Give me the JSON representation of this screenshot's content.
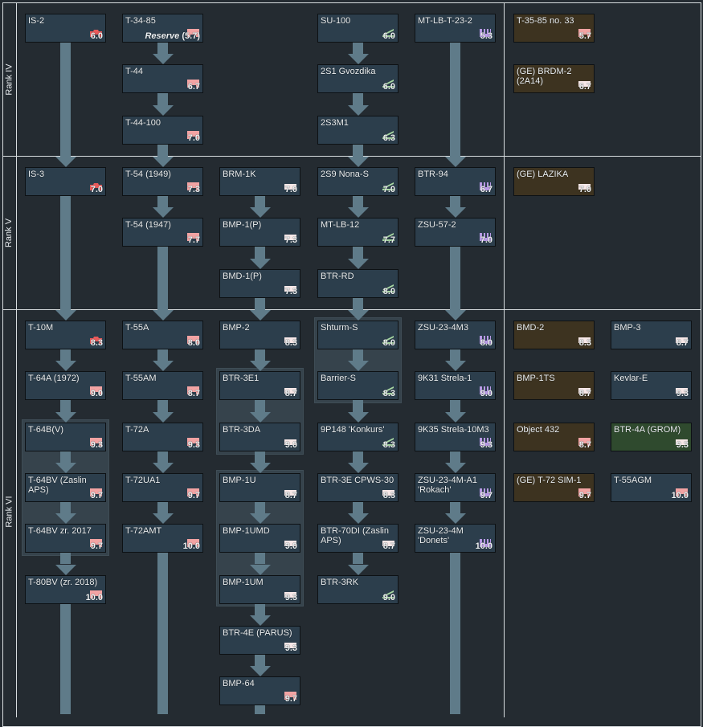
{
  "ranks": [
    {
      "label": "Rank IV"
    },
    {
      "label": "Rank V"
    },
    {
      "label": "Rank VI"
    }
  ],
  "colors": {
    "heavy": "#e85a5a",
    "medium": "#f2a3a3",
    "light": "#f7e8e8",
    "spaa": "#b89ae6",
    "td": "#a9d9a3",
    "card": "#2c3e4c",
    "premium": "#3d3320",
    "squadron": "#2f4a2e",
    "arrow": "#5f7b89"
  },
  "columns": [
    {
      "linked": true,
      "continues_below": true
    },
    {
      "linked": true,
      "continues_below": true
    },
    {
      "linked": true,
      "continues_below": true
    },
    {
      "linked": true,
      "continues_below": false
    },
    {
      "linked": true,
      "continues_below": true
    },
    {
      "linked": false,
      "continues_below": false
    },
    {
      "linked": false,
      "continues_below": false
    }
  ],
  "groups": [
    {
      "column": 0,
      "rank": 2,
      "from": 2,
      "to": 4
    },
    {
      "column": 2,
      "rank": 2,
      "from": 1,
      "to": 2
    },
    {
      "column": 2,
      "rank": 2,
      "from": 3,
      "to": 5
    },
    {
      "column": 3,
      "rank": 2,
      "from": 0,
      "to": 1
    }
  ],
  "vehicles": [
    {
      "column": 0,
      "rank": 0,
      "slot": 0,
      "name": "IS-2",
      "br": "6.0",
      "type": "heavy"
    },
    {
      "column": 0,
      "rank": 1,
      "slot": 0,
      "name": "IS-3",
      "br": "7.0",
      "type": "heavy"
    },
    {
      "column": 0,
      "rank": 2,
      "slot": 0,
      "name": "T-10M",
      "br": "8.3",
      "type": "heavy"
    },
    {
      "column": 0,
      "rank": 2,
      "slot": 1,
      "name": "T-64A (1972)",
      "br": "9.0",
      "type": "medium"
    },
    {
      "column": 0,
      "rank": 2,
      "slot": 2,
      "name": "T-64B(V)",
      "br": "9.3",
      "type": "medium"
    },
    {
      "column": 0,
      "rank": 2,
      "slot": 3,
      "name": "T-64BV (Zaslin APS)",
      "br": "9.7",
      "type": "medium"
    },
    {
      "column": 0,
      "rank": 2,
      "slot": 4,
      "name": "T-64BV zr. 2017",
      "br": "9.7",
      "type": "medium"
    },
    {
      "column": 0,
      "rank": 2,
      "slot": 5,
      "name": "T-80BV (zr. 2018)",
      "br": "10.0",
      "type": "medium"
    },
    {
      "column": 1,
      "rank": 0,
      "slot": 0,
      "name": "T-34-85",
      "br": "(5.7)",
      "reserve": "Reserve",
      "type": "medium"
    },
    {
      "column": 1,
      "rank": 0,
      "slot": 1,
      "name": "T-44",
      "br": "6.7",
      "type": "medium"
    },
    {
      "column": 1,
      "rank": 0,
      "slot": 2,
      "name": "T-44-100",
      "br": "7.0",
      "type": "medium"
    },
    {
      "column": 1,
      "rank": 1,
      "slot": 0,
      "name": "T-54 (1949)",
      "br": "7.3",
      "type": "medium"
    },
    {
      "column": 1,
      "rank": 1,
      "slot": 1,
      "name": "T-54 (1947)",
      "br": "7.7",
      "type": "medium"
    },
    {
      "column": 1,
      "rank": 2,
      "slot": 0,
      "name": "T-55A",
      "br": "8.0",
      "type": "medium"
    },
    {
      "column": 1,
      "rank": 2,
      "slot": 1,
      "name": "T-55AM",
      "br": "8.7",
      "type": "medium"
    },
    {
      "column": 1,
      "rank": 2,
      "slot": 2,
      "name": "T-72A",
      "br": "9.3",
      "type": "medium"
    },
    {
      "column": 1,
      "rank": 2,
      "slot": 3,
      "name": "T-72UA1",
      "br": "9.7",
      "type": "medium"
    },
    {
      "column": 1,
      "rank": 2,
      "slot": 4,
      "name": "T-72AMT",
      "br": "10.0",
      "type": "medium"
    },
    {
      "column": 2,
      "rank": 1,
      "slot": 0,
      "name": "BRM-1K",
      "br": "7.0",
      "type": "light"
    },
    {
      "column": 2,
      "rank": 1,
      "slot": 1,
      "name": "BMP-1(P)",
      "br": "7.3",
      "type": "light"
    },
    {
      "column": 2,
      "rank": 1,
      "slot": 2,
      "name": "BMD-1(P)",
      "br": "7.3",
      "type": "light"
    },
    {
      "column": 2,
      "rank": 2,
      "slot": 0,
      "name": "BMP-2",
      "br": "8.3",
      "type": "light"
    },
    {
      "column": 2,
      "rank": 2,
      "slot": 1,
      "name": "BTR-3E1",
      "br": "8.7",
      "type": "light"
    },
    {
      "column": 2,
      "rank": 2,
      "slot": 2,
      "name": "BTR-3DA",
      "br": "9.0",
      "type": "light"
    },
    {
      "column": 2,
      "rank": 2,
      "slot": 3,
      "name": "BMP-1U",
      "br": "8.7",
      "type": "light"
    },
    {
      "column": 2,
      "rank": 2,
      "slot": 4,
      "name": "BMP-1UMD",
      "br": "9.0",
      "type": "light"
    },
    {
      "column": 2,
      "rank": 2,
      "slot": 5,
      "name": "BMP-1UM",
      "br": "9.3",
      "type": "light"
    },
    {
      "column": 2,
      "rank": 2,
      "slot": 6,
      "name": "BTR-4E (PARUS)",
      "br": "9.3",
      "type": "light"
    },
    {
      "column": 2,
      "rank": 2,
      "slot": 7,
      "name": "BMP-64",
      "br": "9.7",
      "type": "medium"
    },
    {
      "column": 3,
      "rank": 0,
      "slot": 0,
      "name": "SU-100",
      "br": "6.0",
      "type": "td"
    },
    {
      "column": 3,
      "rank": 0,
      "slot": 1,
      "name": "2S1 Gvozdika",
      "br": "6.0",
      "type": "td"
    },
    {
      "column": 3,
      "rank": 0,
      "slot": 2,
      "name": "2S3M1",
      "br": "6.3",
      "type": "td"
    },
    {
      "column": 3,
      "rank": 1,
      "slot": 0,
      "name": "2S9 Nona-S",
      "br": "7.0",
      "type": "td"
    },
    {
      "column": 3,
      "rank": 1,
      "slot": 1,
      "name": "MT-LB-12",
      "br": "7.7",
      "type": "td"
    },
    {
      "column": 3,
      "rank": 1,
      "slot": 2,
      "name": "BTR-RD",
      "br": "8.0",
      "type": "td"
    },
    {
      "column": 3,
      "rank": 2,
      "slot": 0,
      "name": "Shturm-S",
      "br": "8.0",
      "type": "td"
    },
    {
      "column": 3,
      "rank": 2,
      "slot": 1,
      "name": "Barrier-S",
      "br": "8.3",
      "type": "td"
    },
    {
      "column": 3,
      "rank": 2,
      "slot": 2,
      "name": "9P148 'Konkurs'",
      "br": "8.3",
      "type": "td"
    },
    {
      "column": 3,
      "rank": 2,
      "slot": 3,
      "name": "BTR-3E CPWS-30",
      "br": "8.3",
      "type": "light"
    },
    {
      "column": 3,
      "rank": 2,
      "slot": 4,
      "name": "BTR-70DI (Zaslin APS)",
      "br": "8.7",
      "type": "light"
    },
    {
      "column": 3,
      "rank": 2,
      "slot": 5,
      "name": "BTR-3RK",
      "br": "9.0",
      "type": "td"
    },
    {
      "column": 4,
      "rank": 0,
      "slot": 0,
      "name": "MT-LB-T-23-2",
      "br": "5.3",
      "type": "spaa"
    },
    {
      "column": 4,
      "rank": 1,
      "slot": 0,
      "name": "BTR-94",
      "br": "6.7",
      "type": "spaa"
    },
    {
      "column": 4,
      "rank": 1,
      "slot": 1,
      "name": "ZSU-57-2",
      "br": "7.0",
      "type": "spaa"
    },
    {
      "column": 4,
      "rank": 2,
      "slot": 0,
      "name": "ZSU-23-4M3",
      "br": "8.0",
      "type": "spaa"
    },
    {
      "column": 4,
      "rank": 2,
      "slot": 1,
      "name": "9K31 Strela-1",
      "br": "9.0",
      "type": "spaa"
    },
    {
      "column": 4,
      "rank": 2,
      "slot": 2,
      "name": "9K35 Strela-10M3",
      "br": "9.3",
      "type": "spaa"
    },
    {
      "column": 4,
      "rank": 2,
      "slot": 3,
      "name": "ZSU-23-4M-A1 'Rokach'",
      "br": "9.7",
      "type": "spaa"
    },
    {
      "column": 4,
      "rank": 2,
      "slot": 4,
      "name": "ZSU-23-4M 'Donets'",
      "br": "10.0",
      "type": "spaa"
    },
    {
      "column": 5,
      "rank": 0,
      "slot": 0,
      "name": "T-35-85 no. 33",
      "br": "5.7",
      "type": "medium",
      "variant": "premium"
    },
    {
      "column": 5,
      "rank": 0,
      "slot": 1,
      "name": "(GE) BRDM-2 (2A14)",
      "br": "6.7",
      "type": "light",
      "variant": "premium"
    },
    {
      "column": 5,
      "rank": 1,
      "slot": 0,
      "name": "(GE) LAZIKA",
      "br": "7.0",
      "type": "light",
      "variant": "premium"
    },
    {
      "column": 5,
      "rank": 2,
      "slot": 0,
      "name": "BMD-2",
      "br": "8.3",
      "type": "light",
      "variant": "premium"
    },
    {
      "column": 5,
      "rank": 2,
      "slot": 1,
      "name": "BMP-1TS",
      "br": "8.7",
      "type": "light",
      "variant": "premium"
    },
    {
      "column": 5,
      "rank": 2,
      "slot": 2,
      "name": "Object 432",
      "br": "8.7",
      "type": "medium",
      "variant": "premium"
    },
    {
      "column": 5,
      "rank": 2,
      "slot": 3,
      "name": "(GE) T-72 SIM-1",
      "br": "9.7",
      "type": "medium",
      "variant": "premium"
    },
    {
      "column": 6,
      "rank": 2,
      "slot": 0,
      "name": "BMP-3",
      "br": "8.7",
      "type": "light"
    },
    {
      "column": 6,
      "rank": 2,
      "slot": 1,
      "name": "Kevlar-E",
      "br": "9.3",
      "type": "light"
    },
    {
      "column": 6,
      "rank": 2,
      "slot": 2,
      "name": "BTR-4A (GROM)",
      "br": "9.3",
      "type": "light",
      "variant": "squadron"
    },
    {
      "column": 6,
      "rank": 2,
      "slot": 3,
      "name": "T-55AGM",
      "br": "10.0",
      "type": "medium"
    }
  ]
}
